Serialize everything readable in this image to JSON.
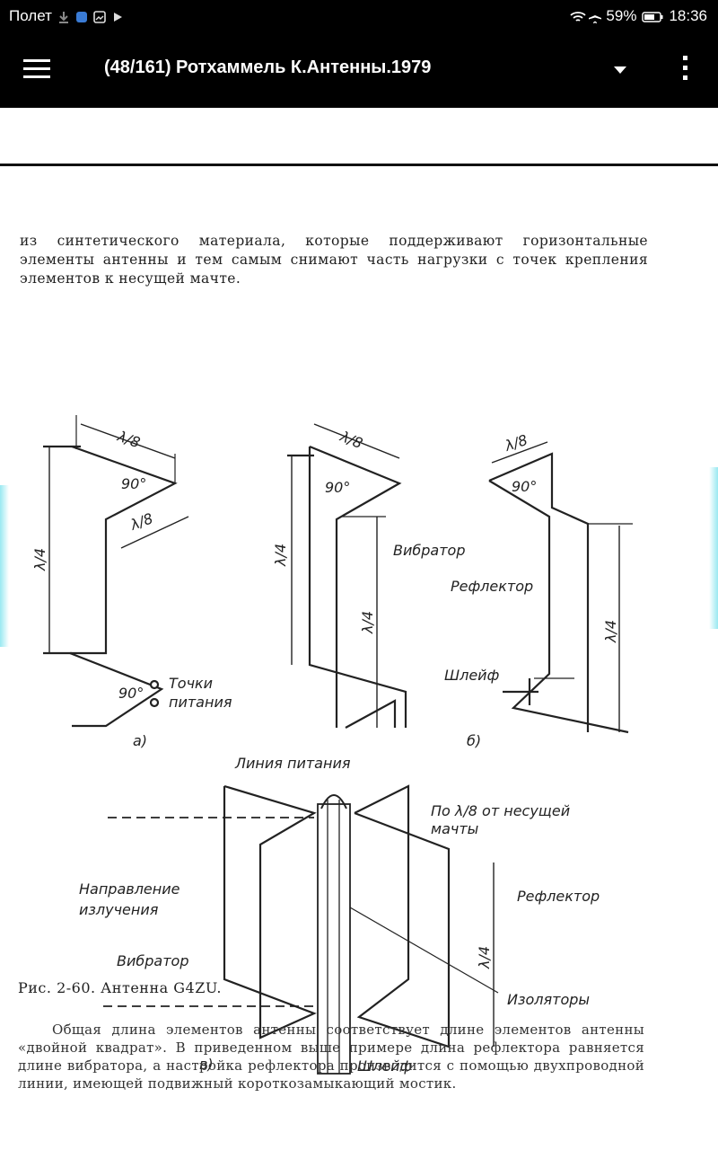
{
  "status_bar": {
    "carrier": "Полет",
    "battery": "59%",
    "time": "18:36"
  },
  "app_bar": {
    "title": "(48/161) Ротхаммель К.Антенны.1979"
  },
  "document": {
    "paragraph_top": "из синтетического материала, которые поддерживают горизонтальные элементы антенны и тем самым снимают часть нагрузки с точек крепления элементов к несущей мачте.",
    "figure_labels": {
      "lambda_8": "λ/8",
      "lambda_4": "λ/4",
      "angle_90": "90°",
      "feed_points_1": "Точки",
      "feed_points_2": "питания",
      "vibrator": "Вибратор",
      "reflector": "Рефлектор",
      "stub": "Шлейф",
      "feed_line": "Линия питания",
      "mast_note_1": "По λ/8 от несущей",
      "mast_note_2": "мачты",
      "direction_1": "Направление",
      "direction_2": "излучения",
      "insulators": "Изоляторы",
      "sub_a": "а)",
      "sub_b": "б)",
      "sub_c": "в)"
    },
    "caption": "Рис. 2-60. Антенна G4ZU.",
    "paragraph_bottom": "Общая длина элементов антенны соответствует длине элементов антенны «двойной квадрат». В приведенном выше примере длина рефлектора равняется длине вибратора, а настройка рефлектора производится с помощью двухпроводной линии, имеющей подвижный короткозамыкающий мостик."
  },
  "colors": {
    "bar": "#000000",
    "ink": "#222222"
  }
}
